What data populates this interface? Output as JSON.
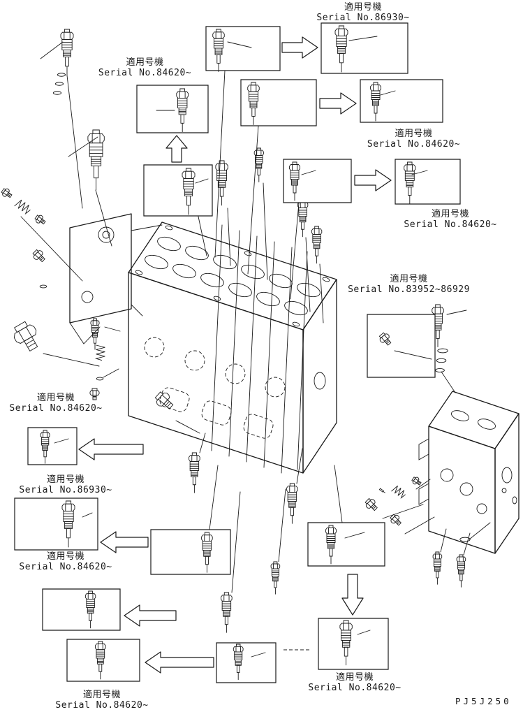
{
  "page": {
    "background": "#ffffff",
    "line_color": "#1a1a1a",
    "part_code": "PJ5J250"
  },
  "labels": [
    {
      "name": "top-center",
      "line1": "適用号機",
      "line2": "Serial No.86930~"
    },
    {
      "name": "upper-left",
      "line1": "適用号機",
      "line2": "Serial No.84620~"
    },
    {
      "name": "right-upper",
      "line1": "適用号機",
      "line2": "Serial No.84620~"
    },
    {
      "name": "right-mid",
      "line1": "適用号機",
      "line2": "Serial No.84620~"
    },
    {
      "name": "center-right",
      "line1": "適用号機",
      "line2": "Serial No.83952~86929"
    },
    {
      "name": "left-mid",
      "line1": "適用号機",
      "line2": "Serial No.84620~"
    },
    {
      "name": "left-lower",
      "line1": "適用号機",
      "line2": "Serial No.86930~"
    },
    {
      "name": "left-bottom",
      "line1": "適用号機",
      "line2": "Serial No.84620~"
    },
    {
      "name": "bottom-center",
      "line1": "適用号機",
      "line2": "Serial No.84620~"
    },
    {
      "name": "bottom-left",
      "line1": "適用号機",
      "line2": "Serial No.84620~"
    }
  ]
}
